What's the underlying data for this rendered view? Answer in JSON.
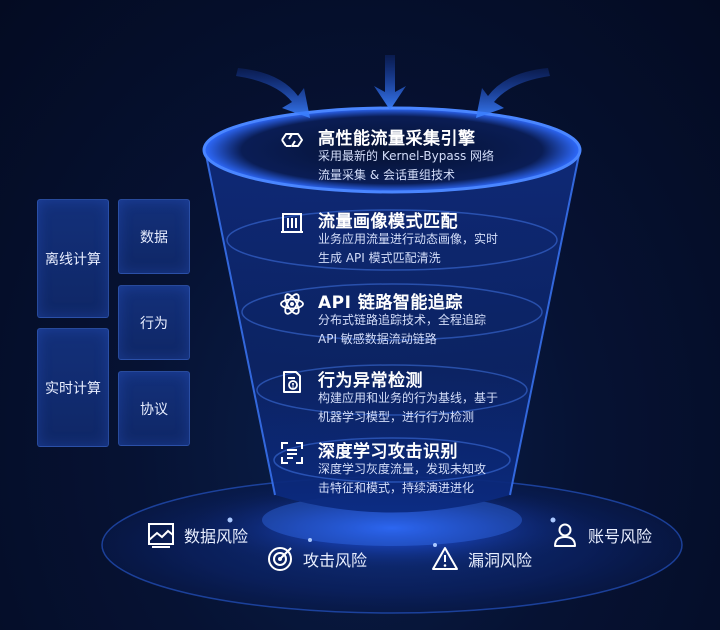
{
  "side_panel": {
    "left_boxes": [
      {
        "label": "离线计算"
      },
      {
        "label": "实时计算"
      }
    ],
    "right_boxes": [
      {
        "label": "数据"
      },
      {
        "label": "行为"
      },
      {
        "label": "协议"
      }
    ]
  },
  "stages": [
    {
      "icon": "chain-link-icon",
      "title": "高性能流量采集引擎",
      "desc_line1": "采用最新的 Kernel-Bypass 网络",
      "desc_line2": "流量采集 & 会话重组技术"
    },
    {
      "icon": "traffic-portrait-icon",
      "title": "流量画像模式匹配",
      "desc_line1": "业务应用流量进行动态画像，实时",
      "desc_line2": "生成 API 模式匹配清洗"
    },
    {
      "icon": "atom-icon",
      "title": "API 链路智能追踪",
      "desc_line1": "分布式链路追踪技术，全程追踪",
      "desc_line2": "API 敏感数据流动链路"
    },
    {
      "icon": "behavior-document-icon",
      "title": "行为异常检测",
      "desc_line1": "构建应用和业务的行为基线，基于",
      "desc_line2": "机器学习模型，进行行为检测"
    },
    {
      "icon": "scan-frame-icon",
      "title": "深度学习攻击识别",
      "desc_line1": "深度学习灰度流量，发现未知攻",
      "desc_line2": "击特征和模式，持续演进进化"
    }
  ],
  "risks": [
    {
      "icon": "image-report-icon",
      "label": "数据风险"
    },
    {
      "icon": "target-icon",
      "label": "攻击风险"
    },
    {
      "icon": "warning-triangle-icon",
      "label": "漏洞风险"
    },
    {
      "icon": "user-icon",
      "label": "账号风险"
    }
  ],
  "colors": {
    "background": "#061233",
    "funnel_glow": "#2f6bff",
    "box_fill": "#13307a",
    "accent": "#3d7bff"
  }
}
